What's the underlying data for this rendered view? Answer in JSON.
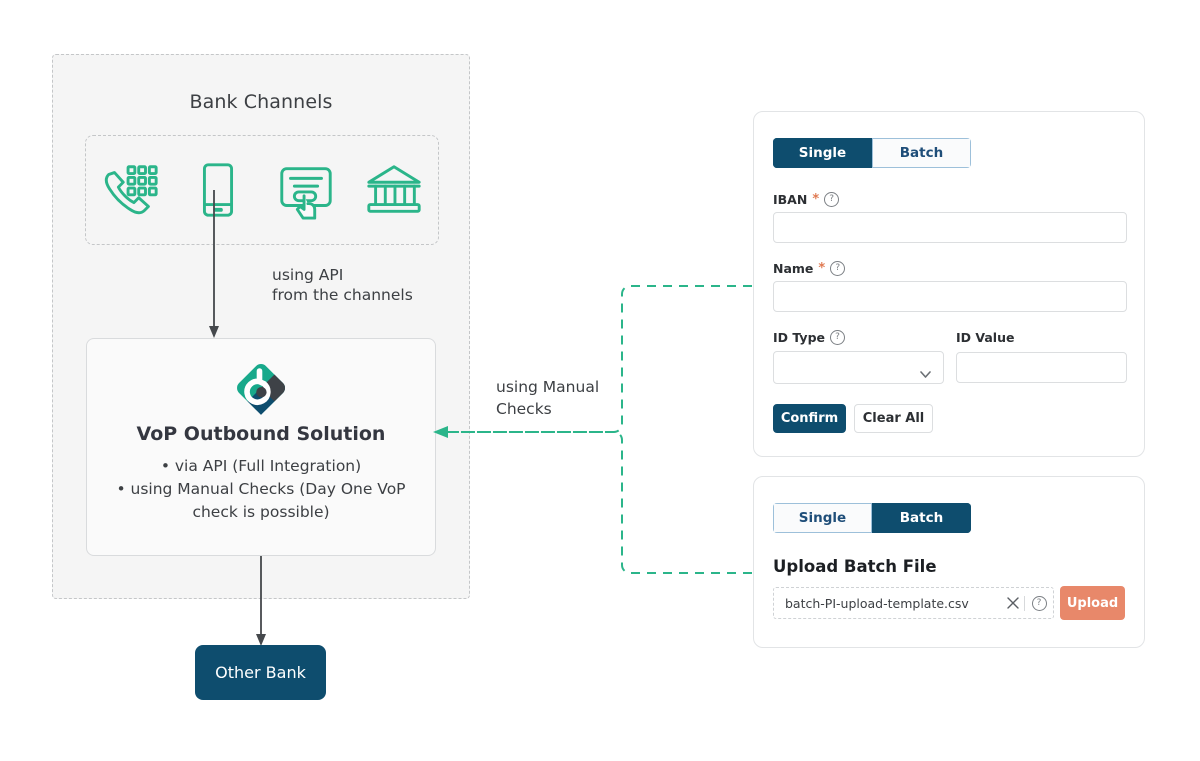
{
  "colors": {
    "navy": "#0E4D6E",
    "green": "#2BB58A",
    "coral": "#E8886A",
    "panel_bg": "#F5F5F5",
    "text": "#3D4044"
  },
  "diagram": {
    "bank_group": {
      "title": "Bank Channels",
      "channels": [
        {
          "name": "phone-keypad-icon",
          "label": "Phone"
        },
        {
          "name": "mobile-phone-icon",
          "label": "Mobile"
        },
        {
          "name": "online-form-click-icon",
          "label": "Online"
        },
        {
          "name": "bank-branch-icon",
          "label": "Branch"
        }
      ]
    },
    "api_connector_label": "using API\nfrom the channels",
    "manual_connector_label": "using Manual\nChecks",
    "vop_card": {
      "logo_name": "vop-brand-logo",
      "title": "VoP Outbound Solution",
      "bullets": [
        "•  via API (Full Integration)",
        "•  using Manual Checks (Day One VoP",
        "check is possible)"
      ]
    },
    "other_bank": {
      "label": "Other Bank"
    }
  },
  "single_panel": {
    "tabs": [
      {
        "label": "Single",
        "active": true
      },
      {
        "label": "Batch",
        "active": false
      }
    ],
    "fields": [
      {
        "label": "IBAN",
        "required": true,
        "help": true,
        "value": "",
        "placeholder": ""
      },
      {
        "label": "Name",
        "required": true,
        "help": true,
        "value": "",
        "placeholder": ""
      },
      {
        "label": "ID Type",
        "required": false,
        "help": true,
        "value": "",
        "placeholder": ""
      },
      {
        "label": "ID Value",
        "required": false,
        "help": false,
        "value": "",
        "placeholder": ""
      }
    ],
    "buttons": {
      "confirm": "Confirm",
      "clear": "Clear All"
    }
  },
  "batch_panel": {
    "tabs": [
      {
        "label": "Single",
        "active": false
      },
      {
        "label": "Batch",
        "active": true
      }
    ],
    "upload_title": "Upload Batch File",
    "file_name": "batch-PI-upload-template.csv",
    "clear_icon": "close-x-icon",
    "help_icon": "help-circle-icon",
    "upload_button": "Upload"
  },
  "icons": {
    "help_glyph": "?",
    "close_glyph": "✕"
  }
}
